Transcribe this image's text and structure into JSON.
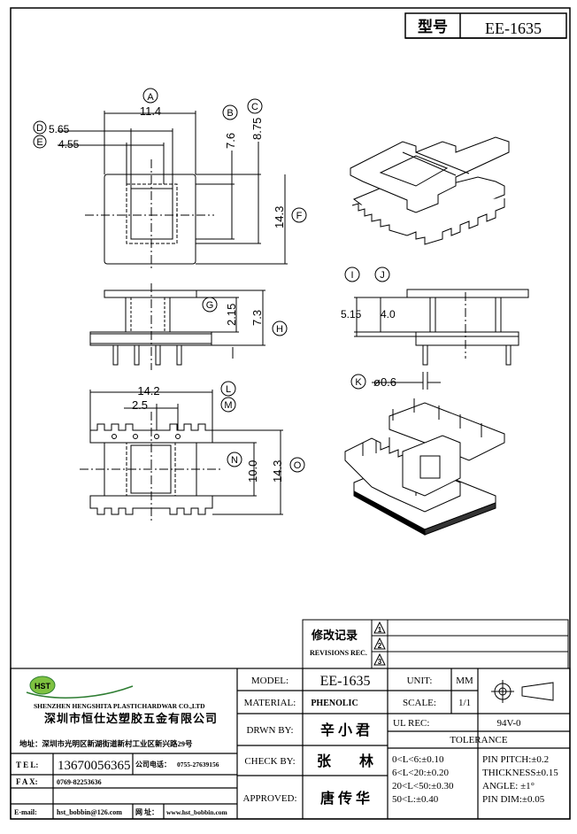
{
  "header": {
    "type_label": "型号",
    "model": "EE-1635"
  },
  "dims": {
    "A": "11.4",
    "B": "7.6",
    "C": "8.75",
    "D": "5.65",
    "E": "4.55",
    "F": "14.3",
    "G": "2.15",
    "H": "7.3",
    "I": "5.15",
    "J": "4.0",
    "K": "ø0.6",
    "L": "14.2",
    "M": "2.5",
    "N": "10.0",
    "O": "14.3"
  },
  "callouts": [
    "A",
    "B",
    "C",
    "D",
    "E",
    "F",
    "G",
    "H",
    "I",
    "J",
    "K",
    "L",
    "M",
    "N",
    "O"
  ],
  "revisions": {
    "label_cn": "修改记录",
    "label_en": "REVISIONS REC.",
    "marks": [
      "1",
      "2",
      "3"
    ]
  },
  "company": {
    "logo": "HST",
    "name_en": "SHENZHEN HENGSHITA PLASTICHARDWAR CO.,LTD",
    "name_cn": "深圳市恒仕达塑胶五金有限公司",
    "address": "地址：深圳市光明区新湖街道新村工业区新兴路29号",
    "tel_label": "T E L:",
    "tel": "13670056365",
    "office_label": "公司电话：",
    "office": "0755-27639156",
    "fax_label": "F A X:",
    "fax": "0769-82253636",
    "email_label": "E-mail:",
    "email": "hst_bobbin@126.com",
    "web_label": "网 址：",
    "web": "www.hst_bobbin.com"
  },
  "titleblock": {
    "model_label": "MODEL:",
    "model": "EE-1635",
    "material_label": "MATERIAL:",
    "material": "PHENOLIC",
    "drawn_label": "DRWN BY:",
    "drawn": "辛 小 君",
    "check_label": "CHECK BY:",
    "check": "张　　林",
    "approved_label": "APPROVED:",
    "approved": "唐 传 华",
    "unit_label": "UNIT:",
    "unit": "MM",
    "scale_label": "SCALE:",
    "scale": "1/1",
    "ul_label": "UL REC:",
    "ul": "94V-0",
    "tolerance_label": "TOLERANCE",
    "tol_left": [
      "0<L<6:±0.10",
      "6<L<20:±0.20",
      "20<L<50:±0.30",
      "50<L:±0.40"
    ],
    "tol_right": [
      "PIN PITCH:±0.2",
      "THICKNESS±0.15",
      "ANGLE: ±1°",
      "PIN DIM:±0.05"
    ]
  }
}
